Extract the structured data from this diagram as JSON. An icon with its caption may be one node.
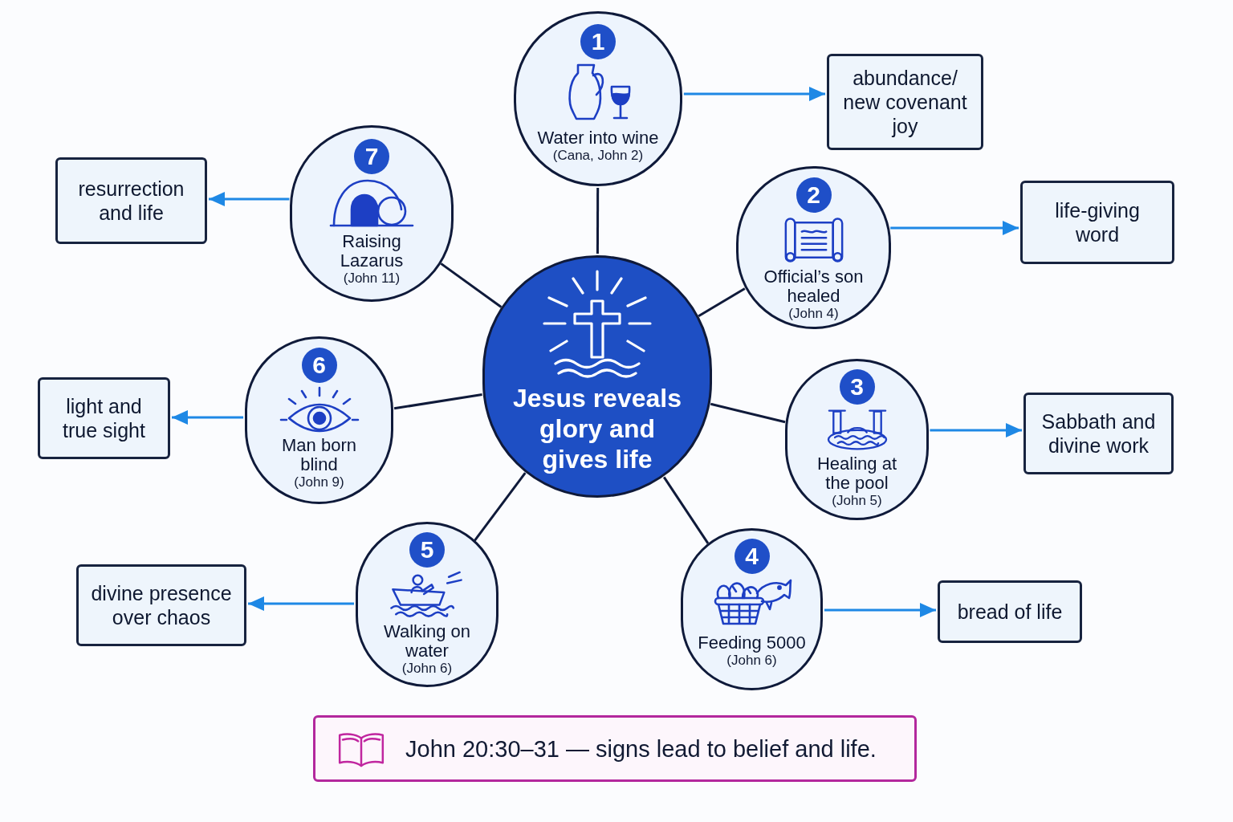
{
  "diagram": {
    "nodes": [
      {
        "text": [
          "Jesus reveals glory and gives life"
        ]
      },
      {
        "text": [
          "1",
          "Water into wine",
          "(Cana, John 2)"
        ]
      },
      {
        "text": [
          "abundance/ new covenant joy"
        ]
      },
      {
        "text": [
          "2",
          "Official’s son healed",
          "(John 4)"
        ]
      },
      {
        "text": [
          "life-giving word"
        ]
      },
      {
        "text": [
          "3",
          "Healing at the pool",
          "(John 5)"
        ]
      },
      {
        "text": [
          "Sabbath and divine work"
        ]
      },
      {
        "text": [
          "4",
          "Feeding 5000",
          "(John 6)"
        ]
      },
      {
        "text": [
          "bread of life"
        ]
      },
      {
        "text": [
          "5",
          "Walking on water",
          "(John 6)"
        ]
      },
      {
        "text": [
          "divine presence over chaos"
        ]
      },
      {
        "text": [
          "6",
          "Man born blind",
          "(John 9)"
        ]
      },
      {
        "text": [
          "light and true sight"
        ]
      },
      {
        "text": [
          "7",
          "Raising Lazarus",
          "(John 11)"
        ]
      },
      {
        "text": [
          "resurrection and life"
        ]
      },
      {
        "text": [
          "John 20:30–31 — signs lead to belief and life."
        ]
      }
    ],
    "edges": [
      {
        "from": 0,
        "to": 1,
        "arrow": "none"
      },
      {
        "from": 1,
        "to": 2,
        "arrow": "to",
        "color": "#1e88e5"
      },
      {
        "from": 0,
        "to": 3,
        "arrow": "none"
      },
      {
        "from": 3,
        "to": 4,
        "arrow": "to",
        "color": "#1e88e5"
      },
      {
        "from": 0,
        "to": 5,
        "arrow": "none"
      },
      {
        "from": 5,
        "to": 6,
        "arrow": "to",
        "color": "#1e88e5"
      },
      {
        "from": 0,
        "to": 7,
        "arrow": "none"
      },
      {
        "from": 7,
        "to": 8,
        "arrow": "to",
        "color": "#1e88e5"
      },
      {
        "from": 0,
        "to": 9,
        "arrow": "none"
      },
      {
        "from": 9,
        "to": 10,
        "arrow": "to",
        "color": "#1e88e5"
      },
      {
        "from": 0,
        "to": 11,
        "arrow": "none"
      },
      {
        "from": 11,
        "to": 12,
        "arrow": "to",
        "color": "#1e88e5"
      },
      {
        "from": 0,
        "to": 13,
        "arrow": "none"
      },
      {
        "from": 13,
        "to": 14,
        "arrow": "to",
        "color": "#1e88e5"
      }
    ]
  }
}
